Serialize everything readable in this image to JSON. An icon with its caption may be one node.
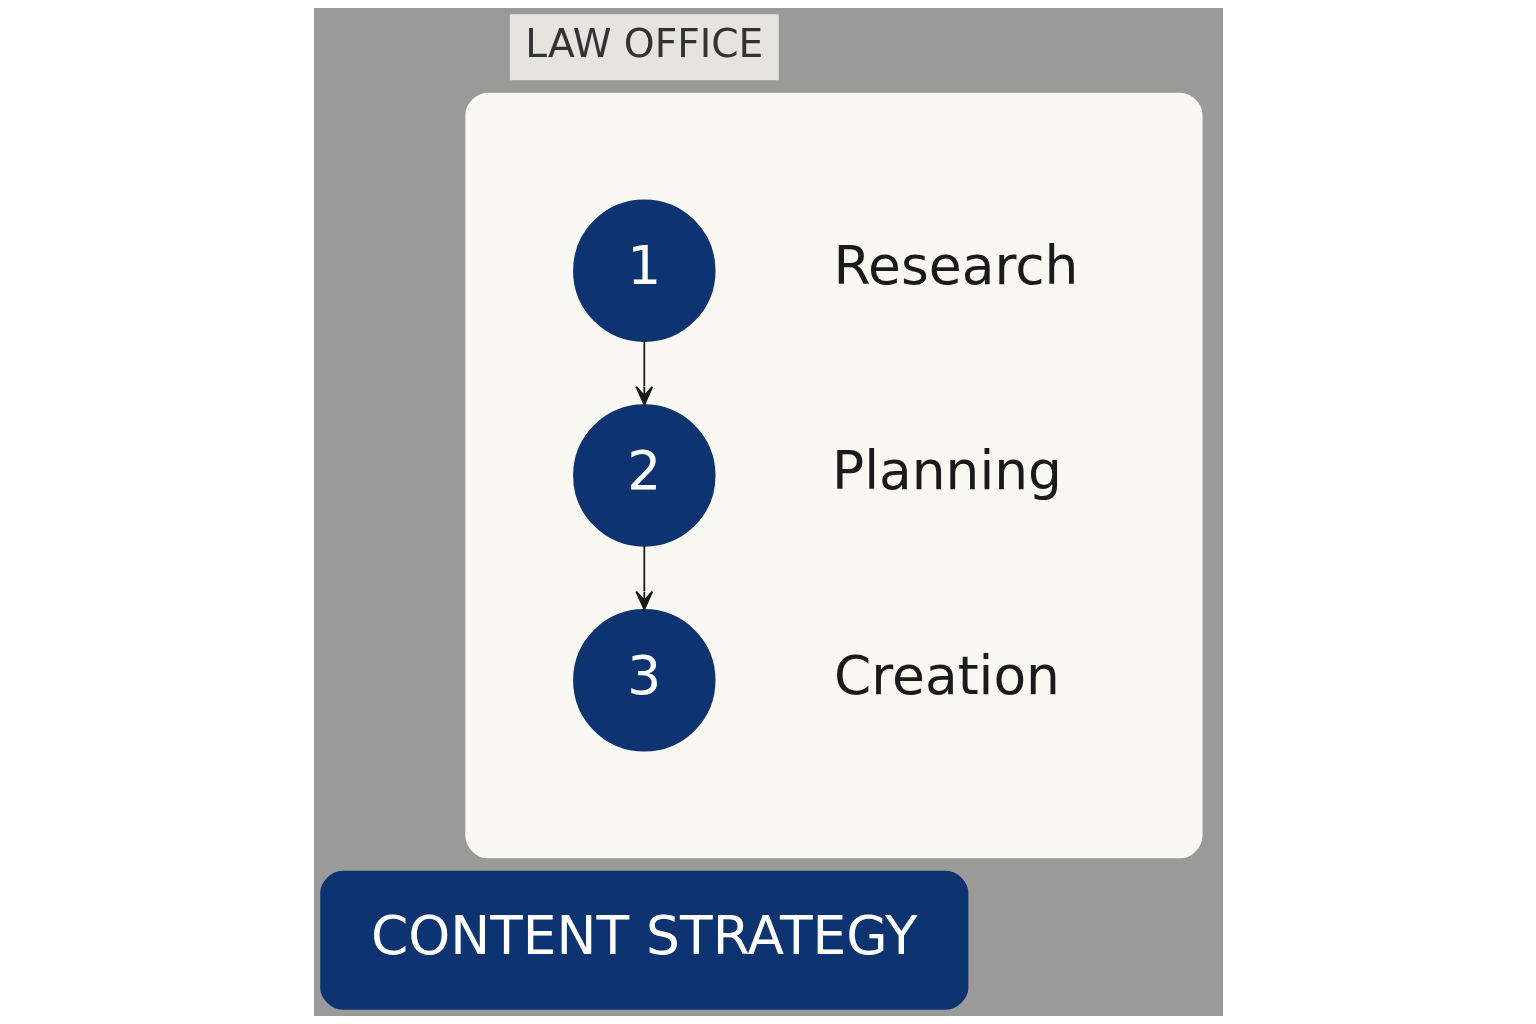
{
  "diagram": {
    "nodes": [
      {
        "text": [],
        "shape": "box"
      },
      {
        "text": [
          "1"
        ],
        "beside": [
          "Research"
        ],
        "in": 0
      },
      {
        "text": [
          "2"
        ],
        "beside": [
          "Planning"
        ],
        "in": 0
      },
      {
        "text": [
          "3"
        ],
        "beside": [
          "Creation"
        ],
        "in": 0
      },
      {
        "text": [
          "CONTENT STRATEGY"
        ]
      }
    ],
    "edges": [
      {
        "from": 1,
        "to": 2,
        "arrow": "to"
      },
      {
        "from": 2,
        "to": 3,
        "arrow": "to"
      }
    ],
    "labels": [
      "LAW OFFICE"
    ]
  }
}
